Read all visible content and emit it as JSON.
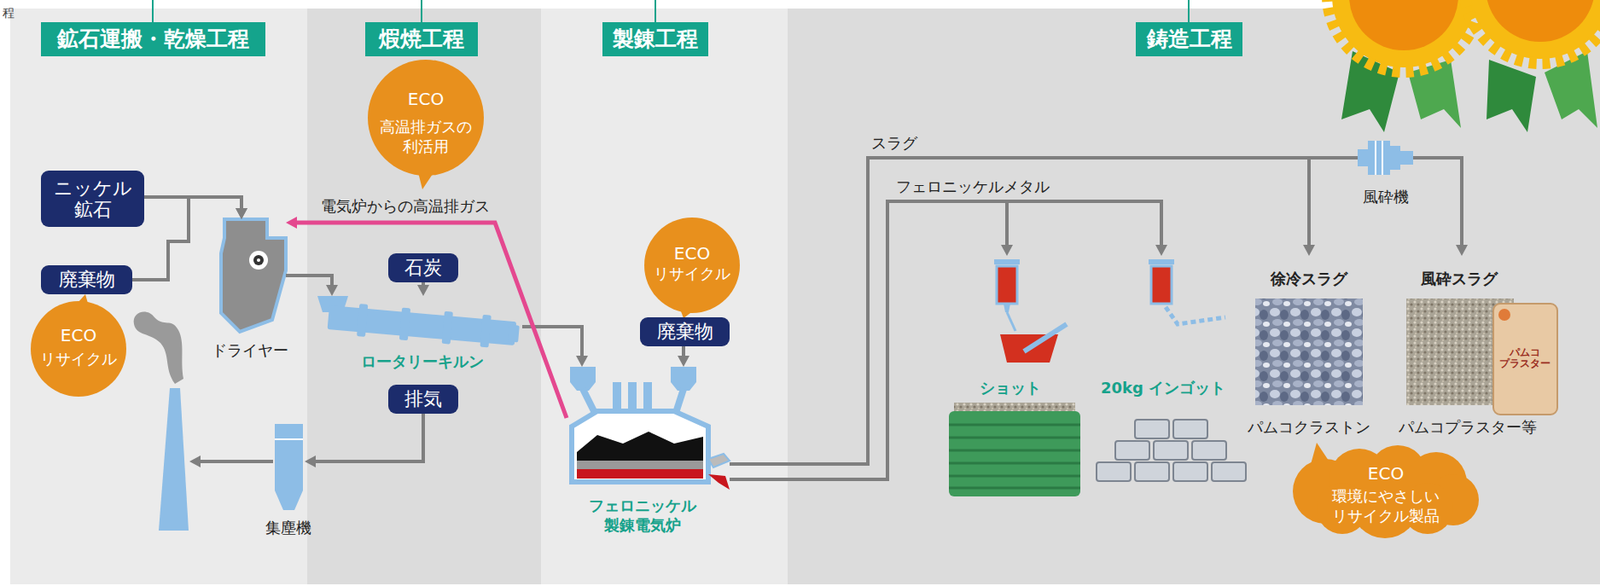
{
  "diagram": {
    "nodes": [
      {
        "text": [
          "鉱石運搬・乾燥工程"
        ]
      },
      {
        "text": [
          "煆焼工程"
        ]
      },
      {
        "text": [
          "製錬工程"
        ]
      },
      {
        "text": [
          "鋳造工程"
        ]
      },
      {
        "text": [
          "ECO",
          "高温排ガスの 利活用"
        ]
      },
      {
        "text": [
          "ニッケル 鉱石"
        ]
      },
      {
        "text": [
          "廃棄物"
        ]
      },
      {
        "text": [
          "ECO",
          "リサイクル"
        ]
      },
      {
        "text": [
          "ドライヤー"
        ]
      },
      {
        "text": [
          "石炭"
        ]
      },
      {
        "text": [
          "ロータリーキルン"
        ]
      },
      {
        "text": [
          "排気"
        ]
      },
      {
        "text": [
          "集塵機"
        ]
      },
      {
        "text": [
          "ECO",
          "リサイクル"
        ]
      },
      {
        "text": [
          "廃棄物"
        ]
      },
      {
        "text": [
          "フェロニッケル 製錬電気炉"
        ]
      },
      {
        "text": [
          "ショット"
        ]
      },
      {
        "text": [
          "20kg インゴット"
        ]
      },
      {
        "text": [
          "風砕機"
        ]
      },
      {
        "text": [
          "徐冷スラグ",
          "パムコクラストン"
        ]
      },
      {
        "text": [
          "風砕スラグ",
          "パムコプラスター等"
        ]
      },
      {
        "text": [
          "ECO",
          "環境にやさしい リサイクル製品"
        ]
      }
    ],
    "edges": [
      {
        "from": 5,
        "to": 8,
        "arrow": "to"
      },
      {
        "from": 6,
        "to": 8,
        "arrow": "to"
      },
      {
        "from": 8,
        "to": 10,
        "arrow": "to"
      },
      {
        "from": 9,
        "to": 10,
        "arrow": "to"
      },
      {
        "from": 10,
        "to": 15,
        "arrow": "to"
      },
      {
        "from": 11,
        "to": 12,
        "arrow": "to"
      },
      {
        "from": 15,
        "to": 8,
        "label": "電気炉からの高温排ガス",
        "arrow": "to"
      },
      {
        "from": 14,
        "to": 15,
        "arrow": "to"
      },
      {
        "from": 15,
        "to": 16,
        "label": "フェロニッケルメタル",
        "arrow": "to"
      },
      {
        "from": 15,
        "to": 17,
        "arrow": "to"
      },
      {
        "from": 15,
        "to": 19,
        "label": "スラグ",
        "arrow": "to"
      },
      {
        "from": 15,
        "to": 18,
        "arrow": "none"
      },
      {
        "from": 18,
        "to": 20,
        "arrow": "to"
      }
    ],
    "labels": [
      "程",
      "パムコ プラスター"
    ]
  }
}
